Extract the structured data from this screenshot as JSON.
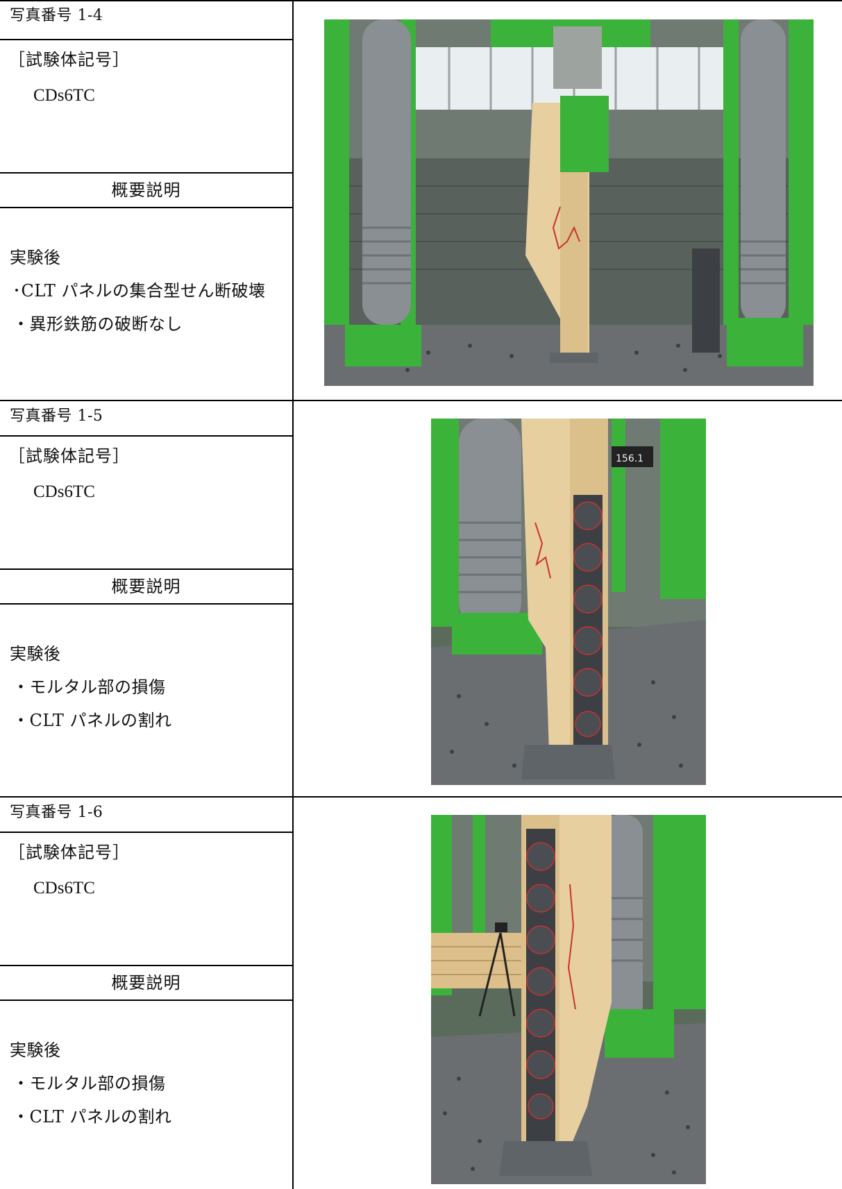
{
  "entries": [
    {
      "photo_no": "写真番号 1-4",
      "spec_label": "［試験体記号］",
      "spec_value": "CDs6TC",
      "summary_head": "概要説明",
      "desc_title": "実験後",
      "desc_items": [
        "･CLT パネルの集合型せん断破壊",
        "・異形鉄筋の破断なし"
      ],
      "photo_icon": "clt-wall-test-front-photo"
    },
    {
      "photo_no": "写真番号 1-5",
      "spec_label": "［試験体記号］",
      "spec_value": "CDs6TC",
      "summary_head": "概要説明",
      "desc_title": "実験後",
      "desc_items": [
        "・モルタル部の損傷",
        "・CLT パネルの割れ"
      ],
      "photo_icon": "clt-wall-test-side-photo"
    },
    {
      "photo_no": "写真番号 1-6",
      "spec_label": "［試験体記号］",
      "spec_value": "CDs6TC",
      "summary_head": "概要説明",
      "desc_title": "実験後",
      "desc_items": [
        "・モルタル部の損傷",
        "・CLT パネルの割れ"
      ],
      "photo_icon": "clt-wall-test-side-photo"
    }
  ],
  "photo_tags": [
    "156.1"
  ],
  "colors": {
    "machine_green": "#3bb23a",
    "wood": "#e8cfa0",
    "duct_grey": "#8a8f94",
    "steel_plate": "#5f6468",
    "crack_red": "#c8322e",
    "mortar_dark": "#3c3f44"
  }
}
